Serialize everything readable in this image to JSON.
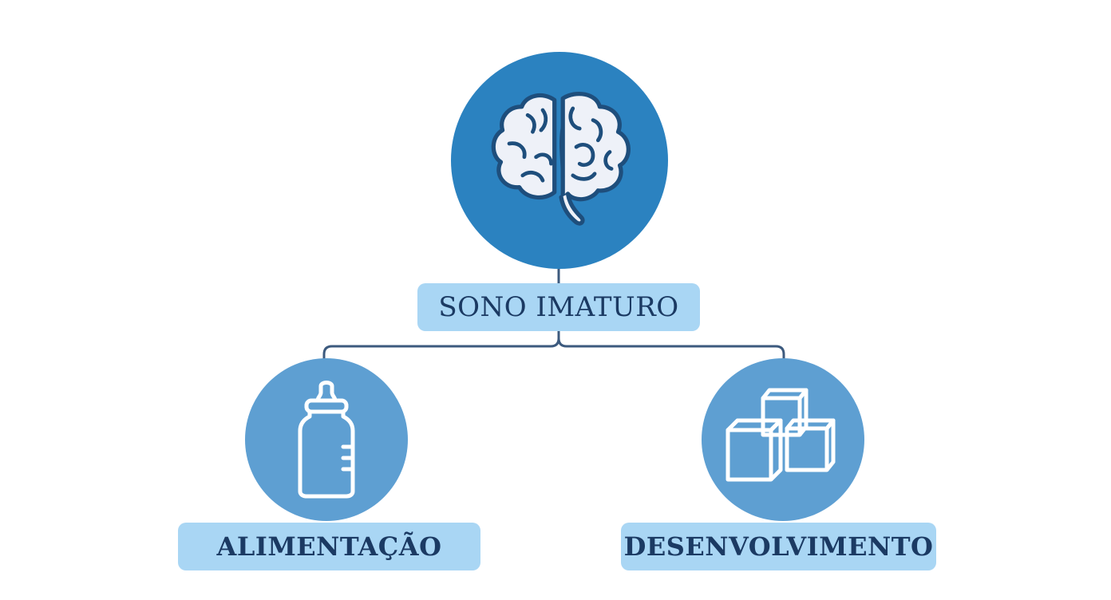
{
  "diagram": {
    "root": {
      "label": "SONO IMATURO",
      "icon": "brain-icon"
    },
    "children": [
      {
        "label": "ALIMENTAÇÃO",
        "icon": "baby-bottle-icon"
      },
      {
        "label": "DESENVOLVIMENTO",
        "icon": "blocks-icon"
      }
    ]
  },
  "colors": {
    "primary_circle": "#2b82c0",
    "secondary_circle": "#5e9fd2",
    "label_background": "#a9d6f4",
    "label_text": "#1b3a63",
    "connector": "#3c5a7e",
    "icon_fill": "#eef1f8",
    "icon_stroke": "#1e4e7c"
  }
}
